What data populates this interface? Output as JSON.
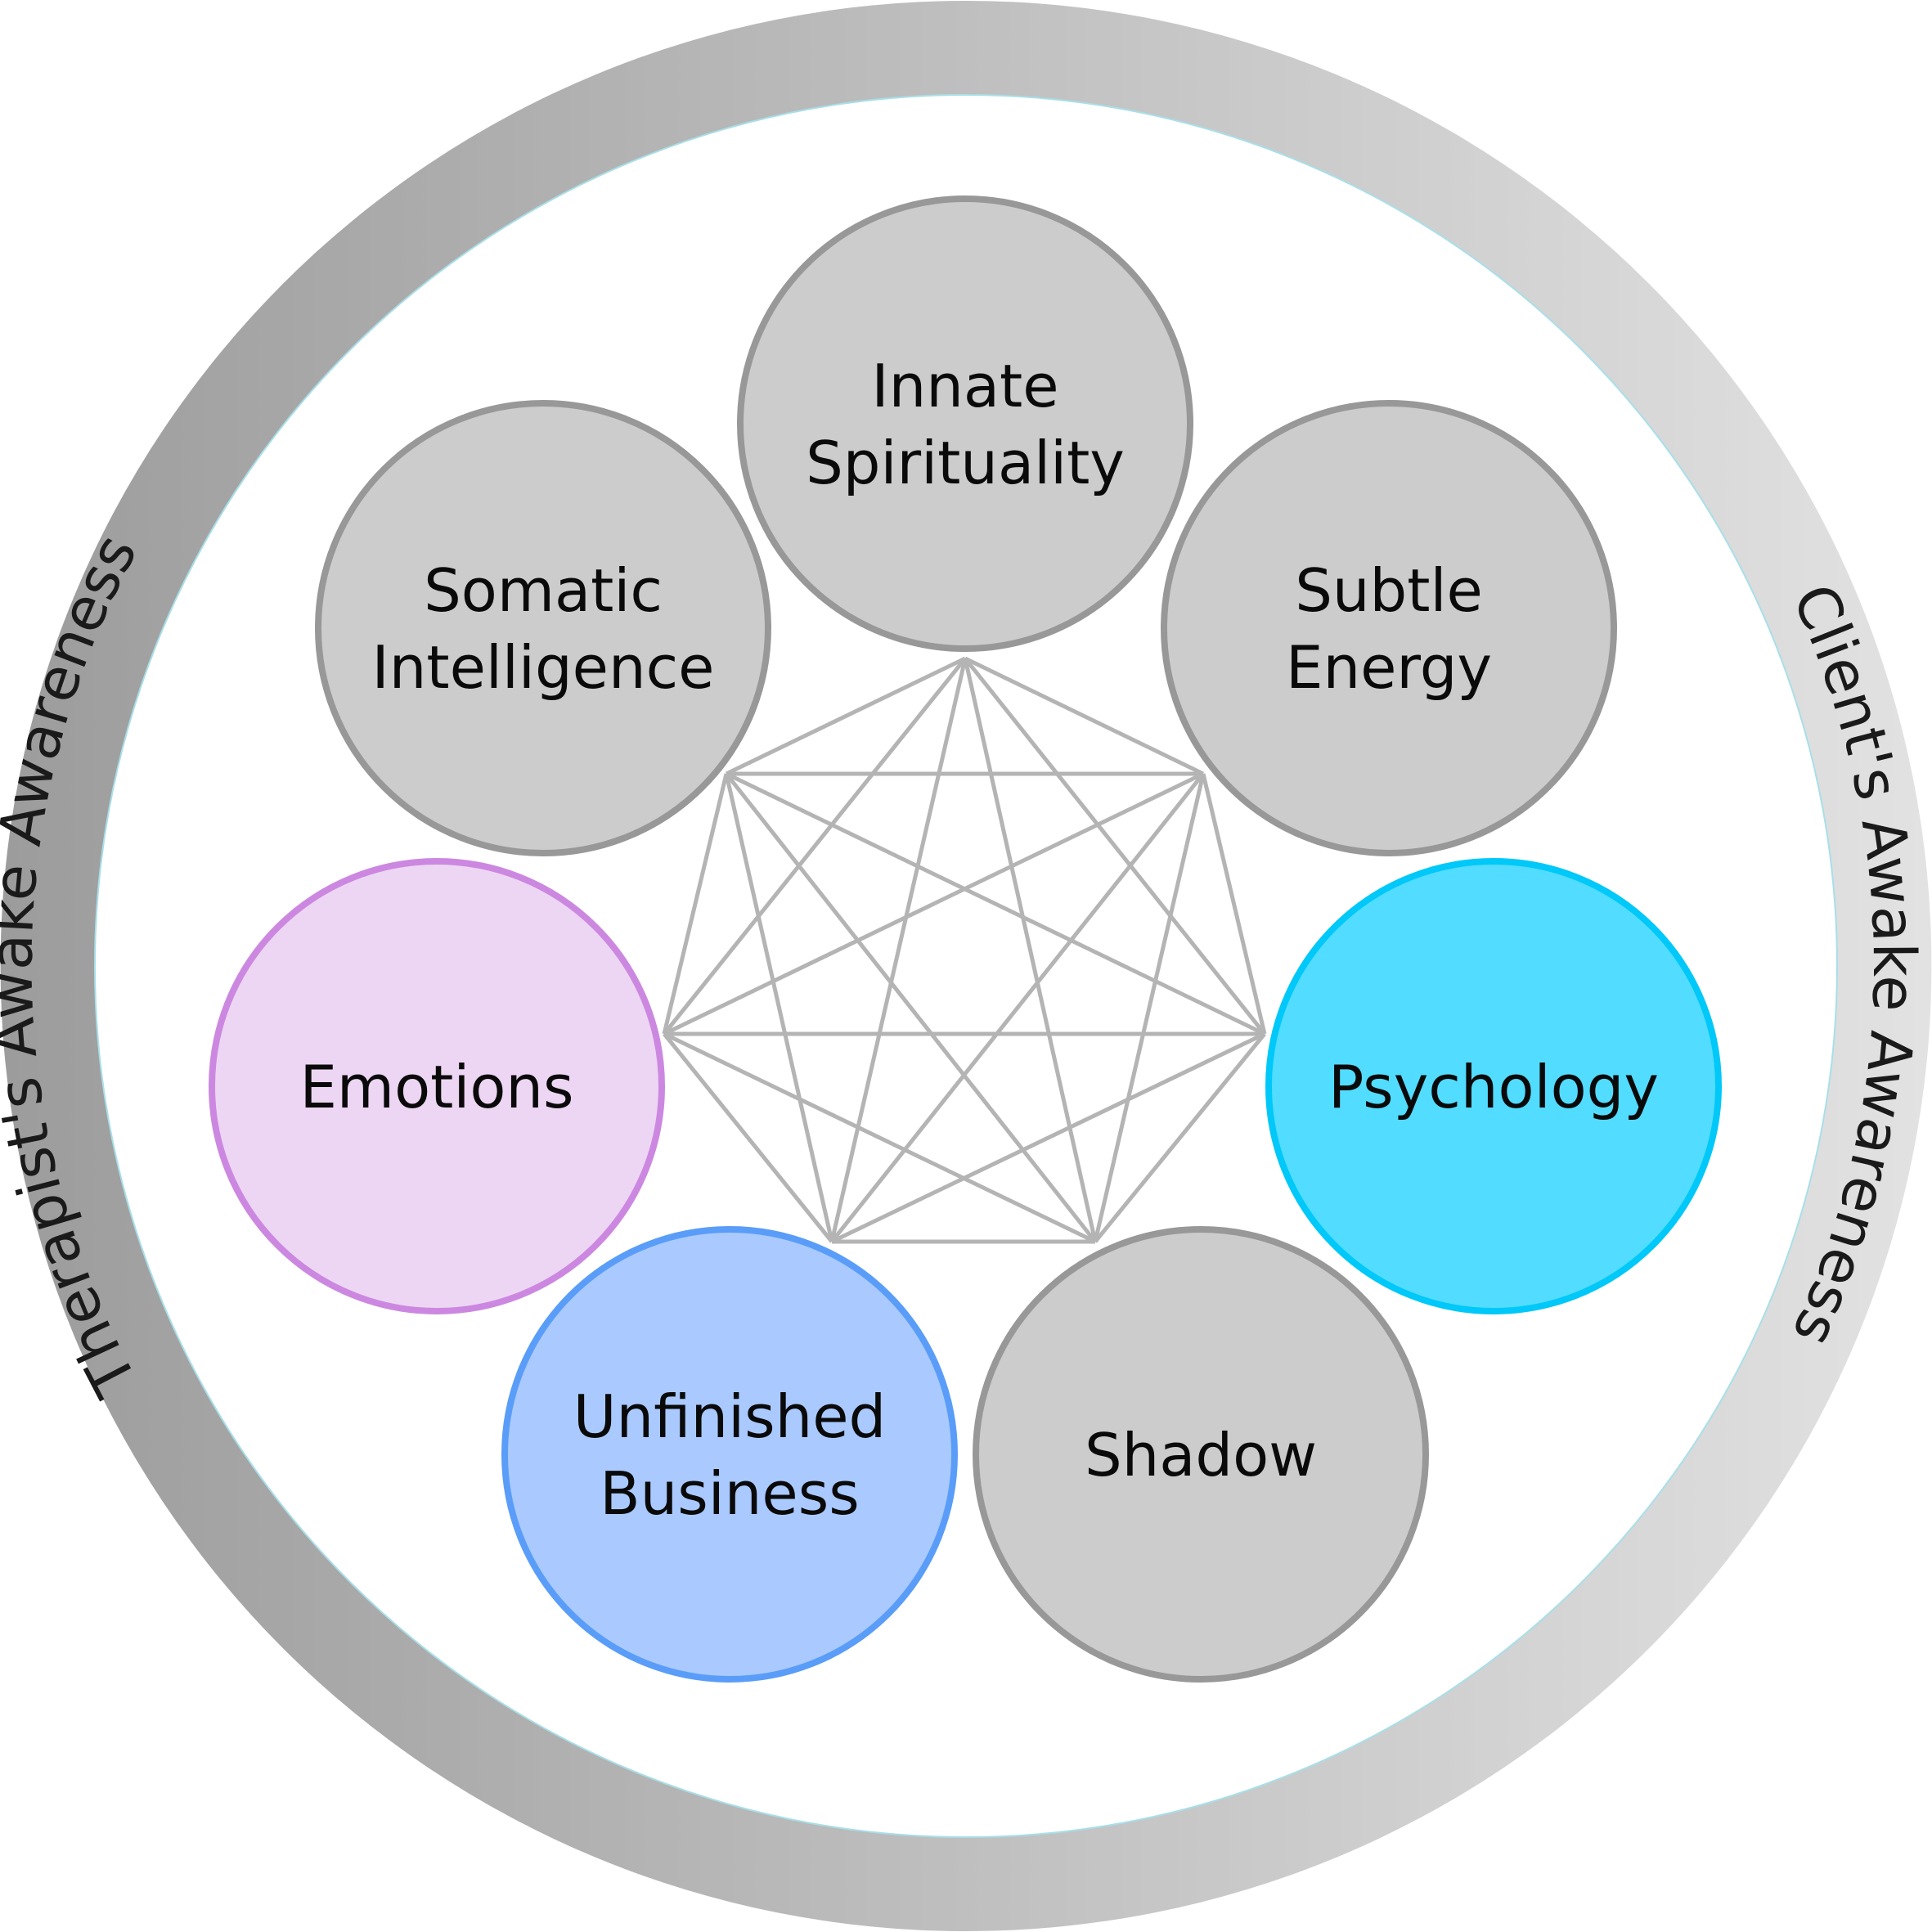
{
  "ring": {
    "left_label": "Therapist's Awake Awareness",
    "right_label": "Client's Awake Awareness",
    "gradient_start": "#9c9c9c",
    "gradient_end": "#e2e2e2",
    "inner_edge_color": "#a8dfe8"
  },
  "network": {
    "line_color": "#b4b4b4"
  },
  "nodes": [
    {
      "id": "innate-spirituality",
      "lines": [
        "Innate",
        "Spirituality"
      ],
      "fill": "#cccccc",
      "stroke": "#989898"
    },
    {
      "id": "subtle-energy",
      "lines": [
        "Subtle",
        "Energy"
      ],
      "fill": "#cccccc",
      "stroke": "#989898"
    },
    {
      "id": "psychology",
      "lines": [
        "Psychology"
      ],
      "fill": "#52dcff",
      "stroke": "#00c8f8"
    },
    {
      "id": "shadow",
      "lines": [
        "Shadow"
      ],
      "fill": "#cccccc",
      "stroke": "#989898"
    },
    {
      "id": "unfinished-business",
      "lines": [
        "Unfinished",
        "Business"
      ],
      "fill": "#aacaff",
      "stroke": "#5a9df8"
    },
    {
      "id": "emotions",
      "lines": [
        "Emotions"
      ],
      "fill": "#edd6f3",
      "stroke": "#cc88e0"
    },
    {
      "id": "somatic-intelligence",
      "lines": [
        "Somatic",
        "Intelligence"
      ],
      "fill": "#cccccc",
      "stroke": "#989898"
    }
  ]
}
